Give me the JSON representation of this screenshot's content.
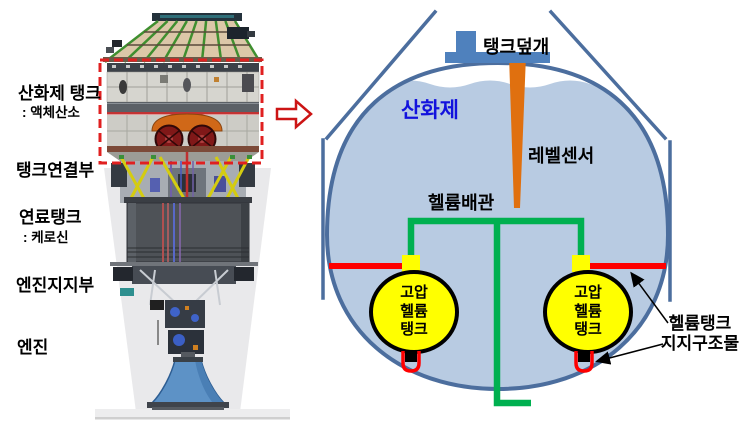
{
  "left_panel": {
    "labels": {
      "oxidizer_tank": "산화제 탱크",
      "oxidizer_tank_sub": ": 액체산소",
      "tank_connection": "탱크연결부",
      "fuel_tank": "연료탱크",
      "fuel_tank_sub": ": 케로신",
      "engine_support": "엔진지지부",
      "engine": "엔진"
    }
  },
  "right_panel": {
    "labels": {
      "tank_cover": "탱크덮개",
      "oxidizer": "산화제",
      "level_sensor": "레벨센서",
      "helium_pipe": "헬륨배관",
      "helium_tank_left": "고압\n헬륨\n탱크",
      "helium_tank_right": "고압\n헬륨\n탱크",
      "helium_support": "헬륨탱크\n지지구조물"
    }
  },
  "colors": {
    "tank_outline_blue": "#4c6e9e",
    "liquid_blue": "#b8cbe2",
    "cover_blue": "#4f81bd",
    "sensor_orange": "#e0700f",
    "pipe_green": "#00b050",
    "support_red": "#ff0000",
    "helium_yellow": "#ffff00",
    "dashed_box_red": "#e02020",
    "zoom_arrow_red": "#cc1414",
    "oxidizer_text_blue": "#1212dd"
  }
}
